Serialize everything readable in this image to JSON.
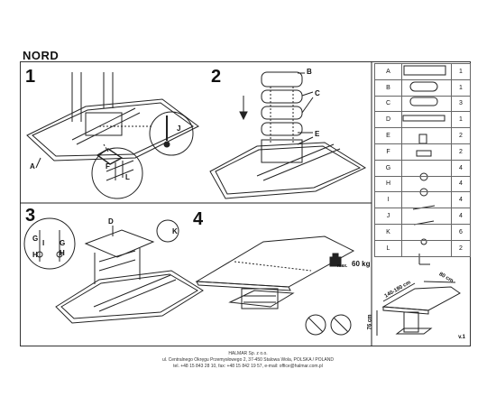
{
  "title": "NORD",
  "steps": [
    "1",
    "2",
    "3",
    "4"
  ],
  "labels": {
    "a": "A",
    "b": "B",
    "c": "C",
    "d": "D",
    "e": "E",
    "f": "F",
    "g": "G",
    "h": "H",
    "i": "I",
    "j": "J",
    "k": "K",
    "l": "L"
  },
  "weight": "max.",
  "weight_value": "60 kg",
  "dimensions": {
    "length": "140-180 cm",
    "width": "80 cm",
    "height": "76 cm"
  },
  "parts": [
    {
      "letter": "A",
      "qty": "1"
    },
    {
      "letter": "B",
      "qty": "1"
    },
    {
      "letter": "C",
      "qty": "3"
    },
    {
      "letter": "D",
      "qty": "1"
    },
    {
      "letter": "E",
      "qty": "2"
    },
    {
      "letter": "F",
      "qty": "2"
    },
    {
      "letter": "G",
      "qty": "4"
    },
    {
      "letter": "H",
      "qty": "4"
    },
    {
      "letter": "I",
      "qty": "4"
    },
    {
      "letter": "J",
      "qty": "4"
    },
    {
      "letter": "K",
      "qty": "6"
    },
    {
      "letter": "L",
      "qty": "2"
    }
  ],
  "version": "v.1",
  "footer": {
    "company": "HALMAR Sp. z o.o.",
    "address": "ul. Centralnego Okręgu Przemysłowego 2, 37-450 Stalowa Wola, POLSKA / POLAND",
    "contact": "tel. +48 15 843 28 10, fax: +48 15 842 19 57, e-mail: office@halmar.com.pl"
  }
}
